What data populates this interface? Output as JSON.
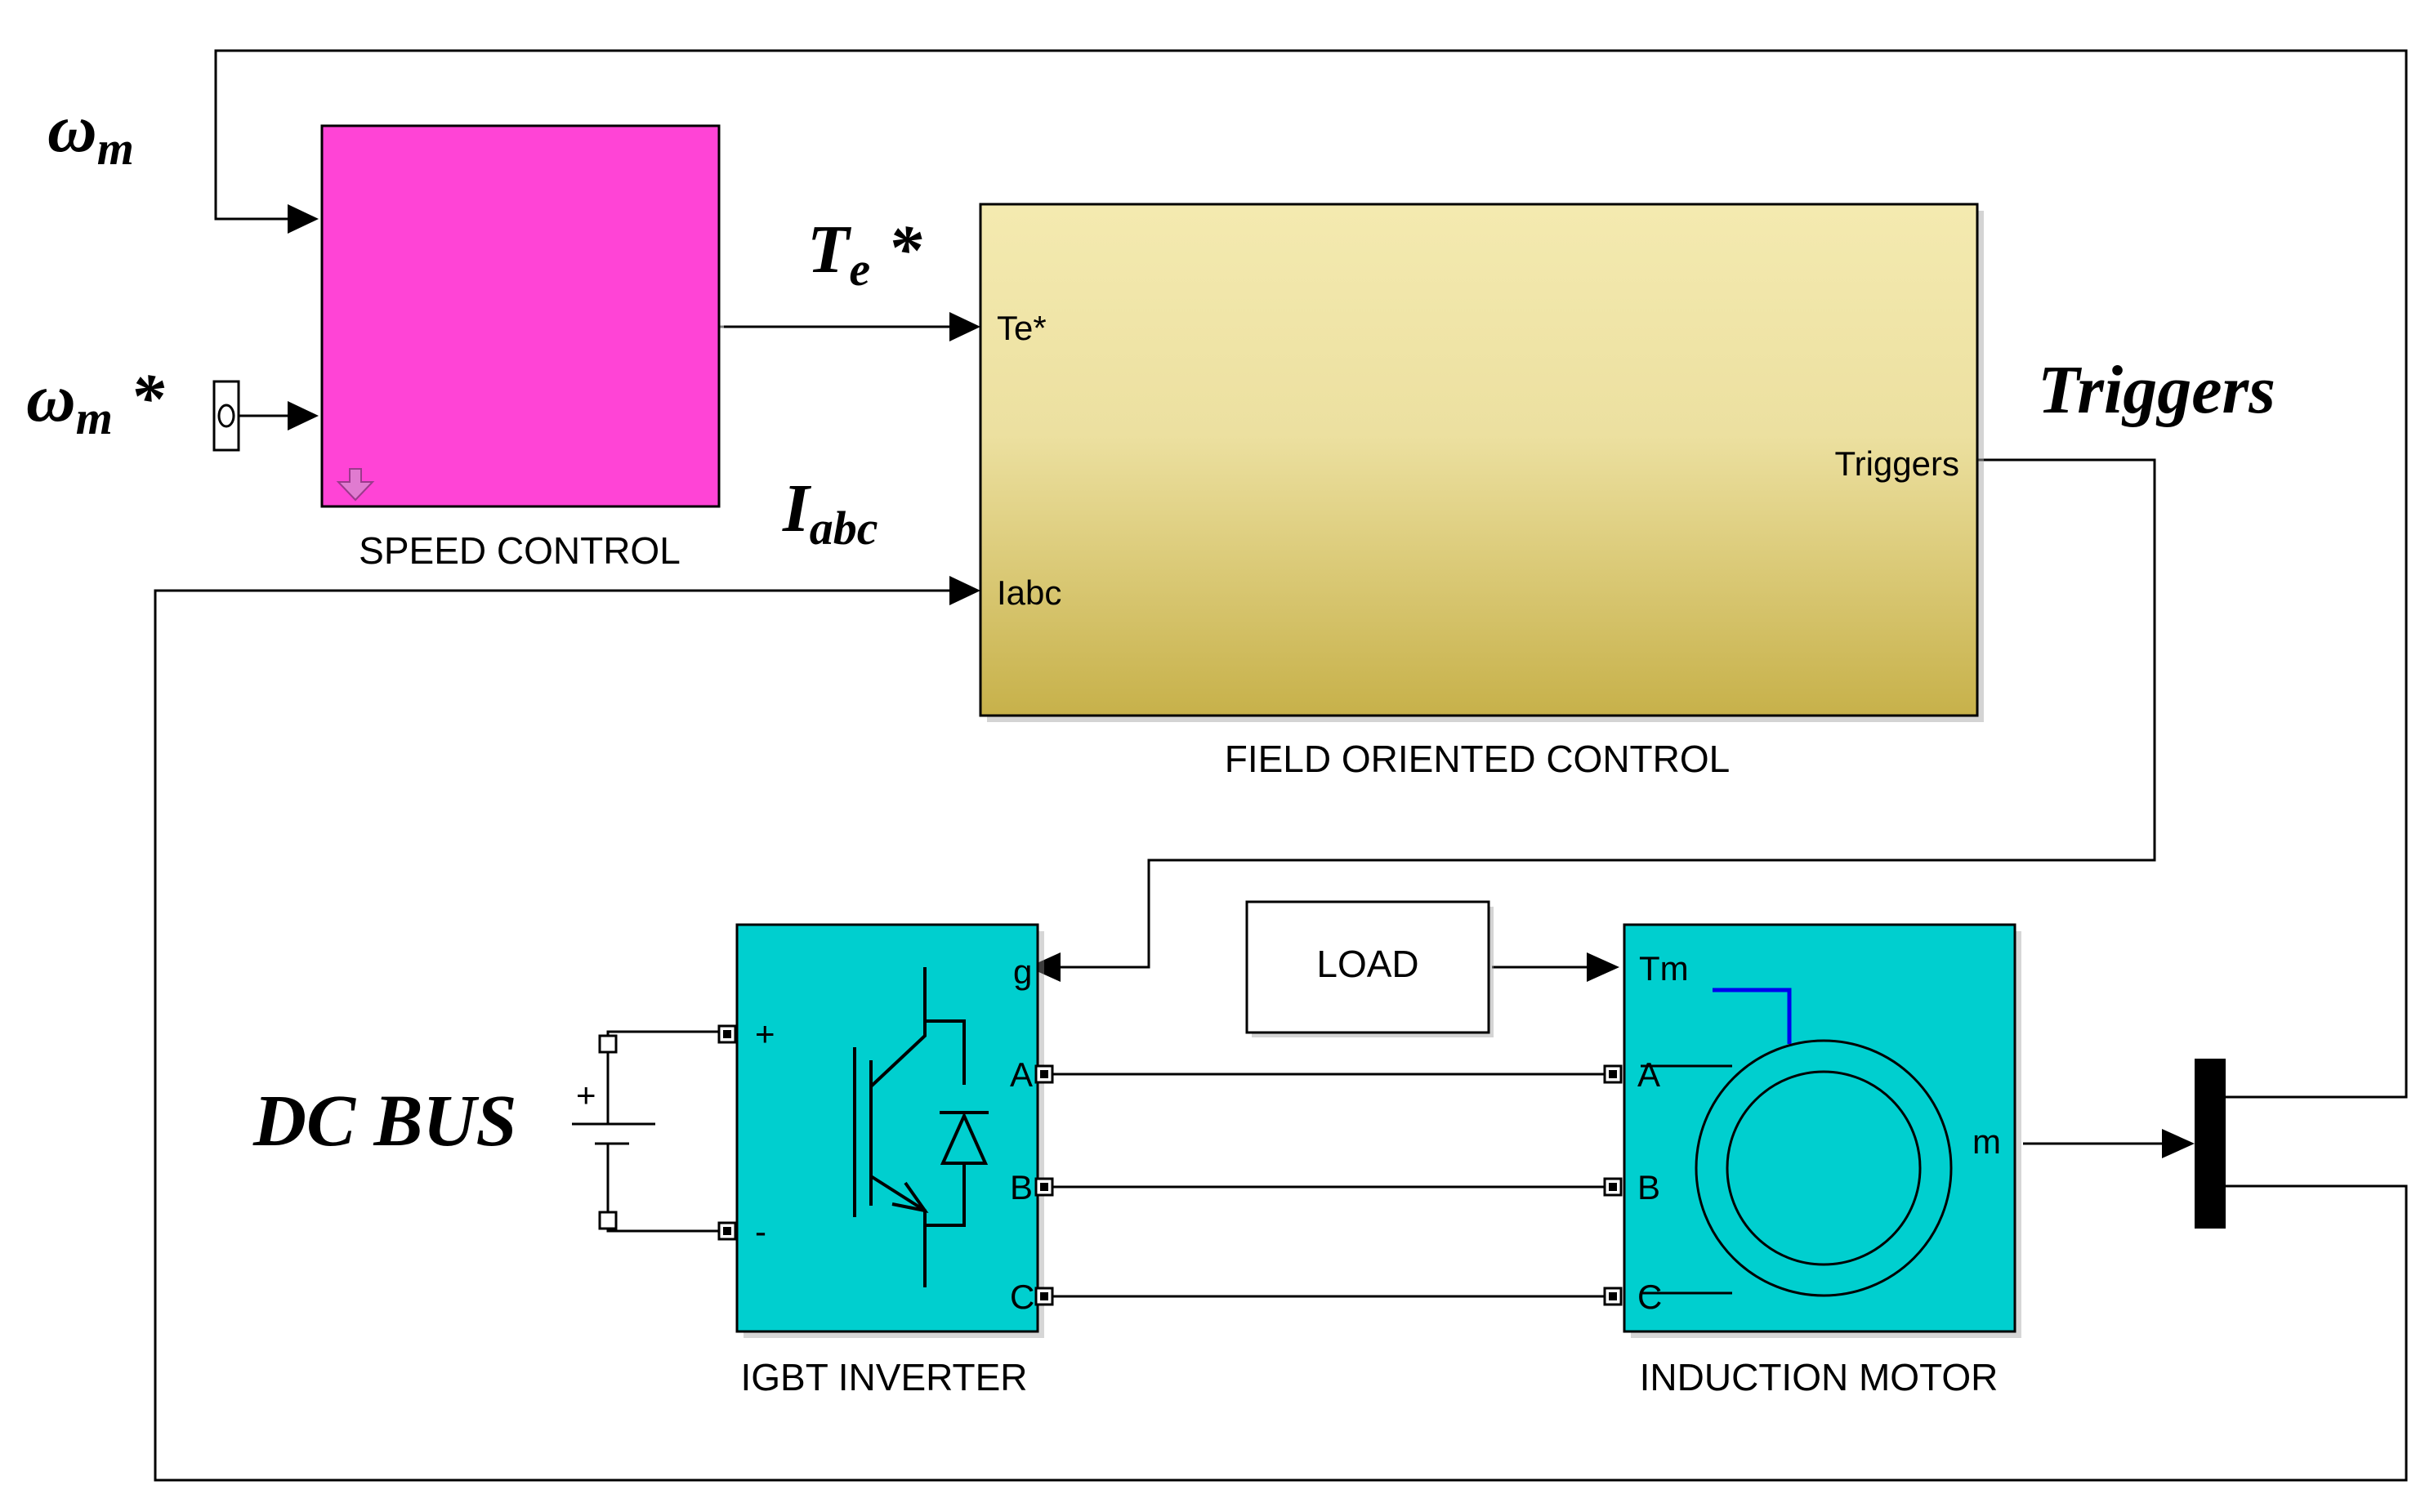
{
  "diagram": {
    "blocks": {
      "speed_control": {
        "label": "SPEED CONTROL"
      },
      "foc": {
        "label": "FIELD ORIENTED CONTROL",
        "in_te": "Te*",
        "in_iabc": "Iabc",
        "out_triggers": "Triggers"
      },
      "inverter": {
        "label": "IGBT INVERTER",
        "port_g": "g",
        "port_plus": "+",
        "port_minus": "-",
        "port_a": "A",
        "port_b": "B",
        "port_c": "C"
      },
      "load": {
        "label": "LOAD"
      },
      "motor": {
        "label": "INDUCTION MOTOR",
        "port_tm": "Tm",
        "port_a": "A",
        "port_b": "B",
        "port_c": "C",
        "port_m": "m"
      }
    },
    "signals": {
      "wm_base": "ω",
      "wm_sub": "m",
      "wm_star_base": "ω",
      "wm_star_sub": "m",
      "wm_star_suffix": " *",
      "te_base": "T",
      "te_sub": "e",
      "te_suffix": " *",
      "iabc_base": "I",
      "iabc_sub": "abc",
      "triggers": "Triggers",
      "dc_bus": "DC BUS",
      "battery_plus": "+"
    },
    "colors": {
      "speed_control": "#ff44d6",
      "foc_top": "#f4eab0",
      "foc_bottom": "#c7b14a",
      "inverter": "#00cfcf",
      "motor": "#00cfcf",
      "port_blue": "#0000ee"
    }
  }
}
